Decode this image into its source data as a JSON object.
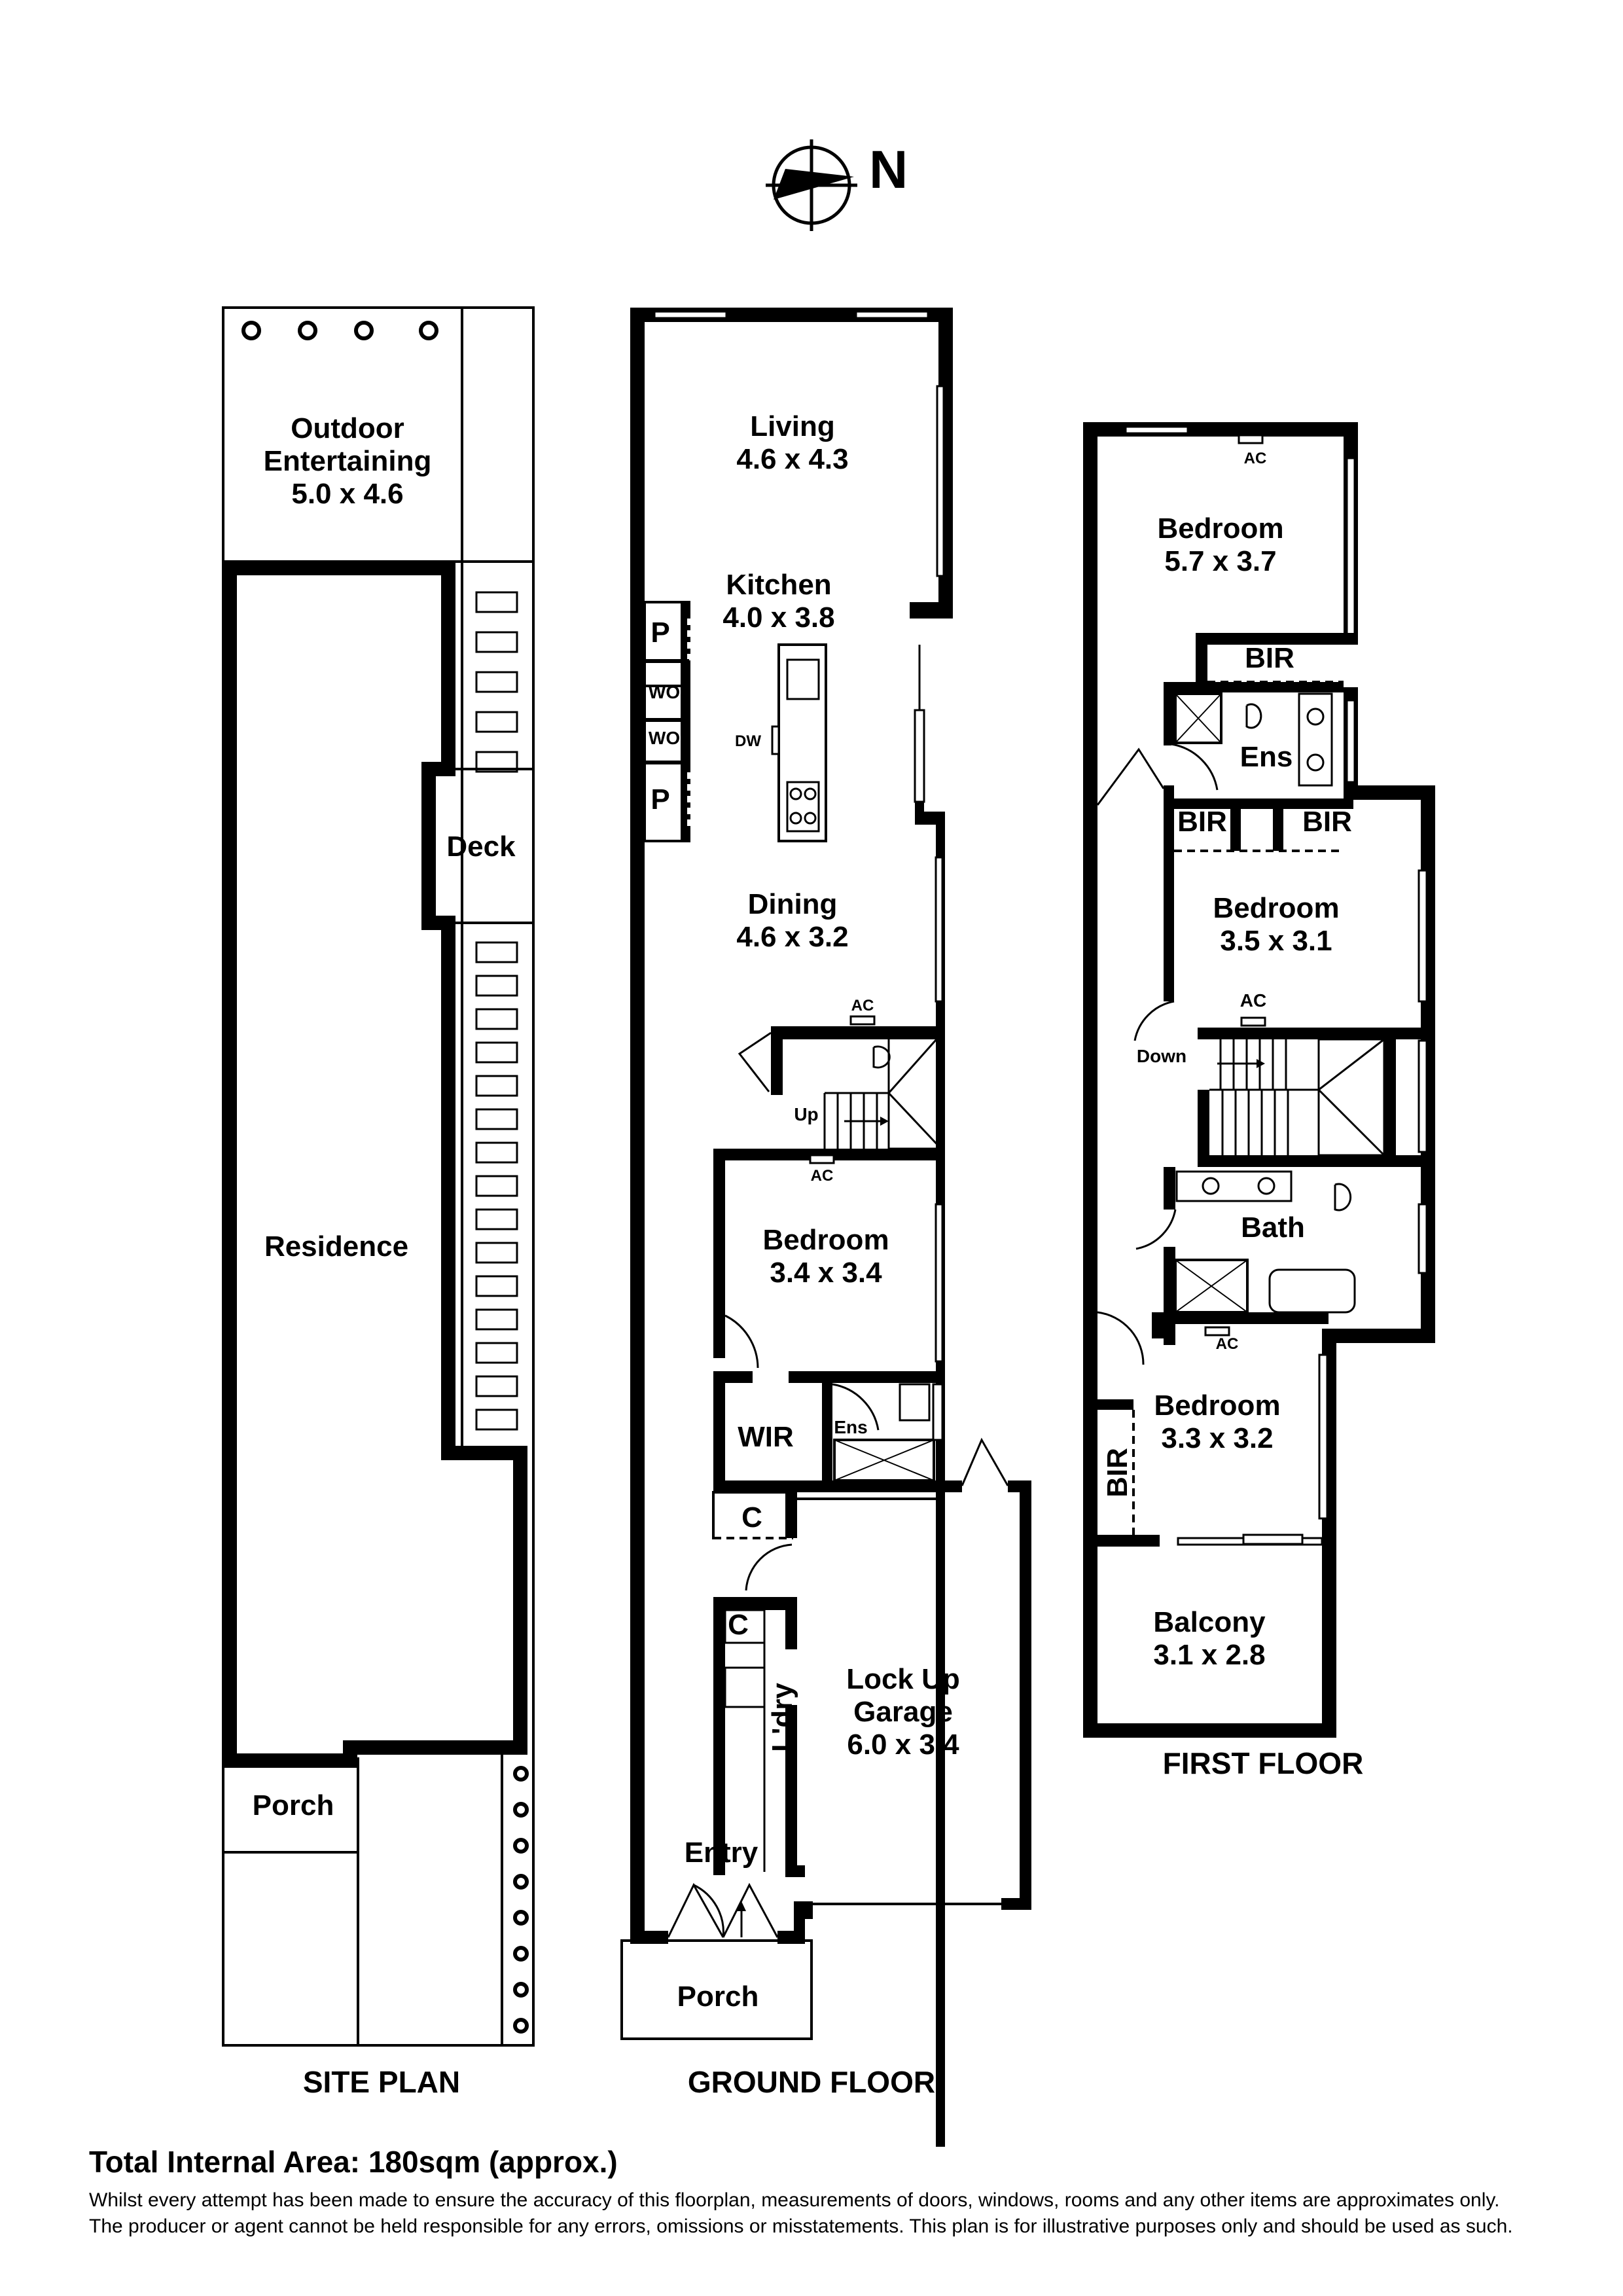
{
  "compass": {
    "label": "N"
  },
  "site_plan": {
    "caption": "SITE PLAN",
    "outdoor": {
      "name": "Outdoor Entertaining",
      "name_line1": "Outdoor",
      "name_line2": "Entertaining",
      "size": "5.0 x 4.6"
    },
    "deck": "Deck",
    "residence": "Residence",
    "porch": "Porch"
  },
  "ground_floor": {
    "caption": "GROUND FLOOR",
    "living": {
      "name": "Living",
      "size": "4.6 x 4.3"
    },
    "kitchen": {
      "name": "Kitchen",
      "size": "4.0 x 3.8"
    },
    "dining": {
      "name": "Dining",
      "size": "4.6 x 3.2"
    },
    "bedroom": {
      "name": "Bedroom",
      "size": "3.4 x 3.4"
    },
    "garage": {
      "name": "Lock Up Garage",
      "name_line1": "Lock Up",
      "name_line2": "Garage",
      "size": "6.0 x 3.4"
    },
    "pantry": "P",
    "wardrobe_oven": "WO",
    "dishwasher": "DW",
    "ac": "AC",
    "up": "Up",
    "wir": "WIR",
    "ensuite": "Ens",
    "cupboard": "C",
    "laundry": "L'dry",
    "entry": "Entry",
    "porch": "Porch"
  },
  "first_floor": {
    "caption": "FIRST FLOOR",
    "bedroom1": {
      "name": "Bedroom",
      "size": "5.7 x 3.7"
    },
    "bedroom2": {
      "name": "Bedroom",
      "size": "3.5 x 3.1"
    },
    "bedroom3": {
      "name": "Bedroom",
      "size": "3.3 x 3.2"
    },
    "balcony": {
      "name": "Balcony",
      "size": "3.1 x 2.8"
    },
    "bir": "BIR",
    "ensuite": "Ens",
    "bath": "Bath",
    "down": "Down",
    "ac": "AC"
  },
  "footer": {
    "total_area": "Total Internal Area: 180sqm (approx.)",
    "disclaimer_line1": "Whilst every attempt has been made to ensure the accuracy of this floorplan, measurements of doors, windows, rooms and any other items are approximates only.",
    "disclaimer_line2": "The producer or agent cannot be held responsible for any errors, omissions or misstatements. This plan is for illustrative purposes only and should be used as such."
  }
}
